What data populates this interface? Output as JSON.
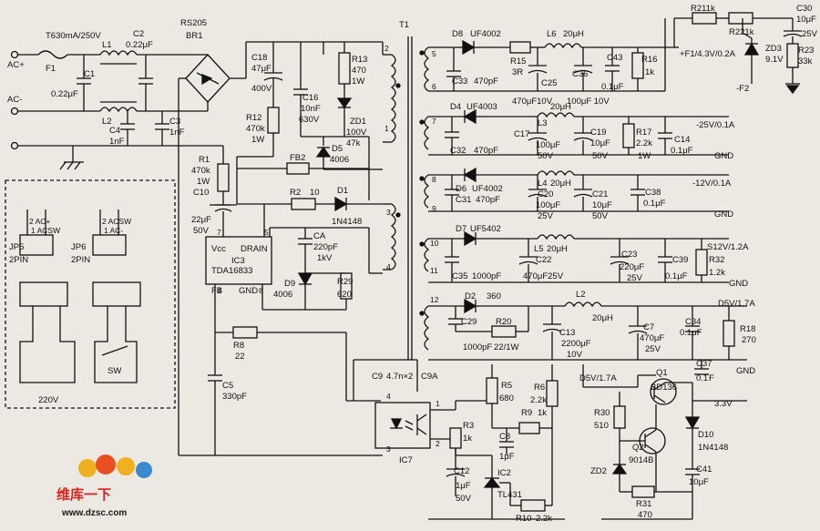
{
  "components": {
    "fuse": [
      "T630mA/250V",
      "F1"
    ],
    "ac_in": [
      "AC+",
      "AC-"
    ],
    "bridge": [
      "RS205",
      "BR1"
    ],
    "L1": "L1",
    "L2": "L2",
    "C1": [
      "C1",
      "0.22μF"
    ],
    "C2": [
      "C2",
      "0.22μF"
    ],
    "C3": [
      "C3",
      "1nF"
    ],
    "C4": [
      "C4",
      "1nF"
    ],
    "C18": [
      "C18",
      "47μF",
      "400V"
    ],
    "R12": [
      "R12",
      "470k",
      "1W"
    ],
    "R13": [
      "R13",
      "470",
      "1W"
    ],
    "C16": [
      "C16",
      "10nF",
      "630V"
    ],
    "ZD1": [
      "ZD1",
      "100V",
      "47k"
    ],
    "D5": [
      "D5",
      "4006"
    ],
    "R1": [
      "R1",
      "470k",
      "1W"
    ],
    "C10": [
      "C10",
      "22μF",
      "50V"
    ],
    "FB2": "FB2",
    "R2": [
      "R2",
      "10"
    ],
    "D1": [
      "D1",
      "1N4148"
    ],
    "IC3": [
      "IC3",
      "TDA16833"
    ],
    "IC3_pins": [
      "Vcc",
      "DRAIN",
      "FB",
      "GND",
      "7",
      "5",
      "4",
      "8"
    ],
    "CA": [
      "CA",
      "220pF",
      "1kV"
    ],
    "D9": [
      "D9",
      "4006"
    ],
    "R29": [
      "R29",
      "620"
    ],
    "R8": [
      "R8",
      "22"
    ],
    "C5": [
      "C5",
      "330pF"
    ],
    "T1": "T1",
    "T1_pins": [
      "1",
      "2",
      "3",
      "4",
      "5",
      "6",
      "7",
      "8",
      "9",
      "10",
      "11",
      "12"
    ],
    "C9": [
      "C9",
      "4.7n×2",
      "C9A"
    ],
    "IC7": [
      "IC7",
      "1",
      "2",
      "3",
      "4"
    ],
    "D8": [
      "D8",
      "UF4002"
    ],
    "R15": [
      "R15",
      "3R"
    ],
    "L6": [
      "L6",
      "20μH"
    ],
    "C33": [
      "C33",
      "470pF"
    ],
    "C25": [
      "C25",
      "470μF10V"
    ],
    "C36": [
      "C36",
      "100μF 10V"
    ],
    "C43": [
      "C43",
      "0.1μF"
    ],
    "R16": [
      "R16",
      "1k"
    ],
    "F1_out": [
      "+F1/4.3V/0.2A",
      "-F2"
    ],
    "R211k": "R211k",
    "R221k": "R221k",
    "ZD3": [
      "ZD3",
      "9.1V"
    ],
    "C30": [
      "C30",
      "10μF",
      "25V"
    ],
    "R23": [
      "R23",
      "33k"
    ],
    "D4": [
      "D4",
      "UF4003"
    ],
    "L3": [
      "L3",
      "20μH"
    ],
    "C32": [
      "C32",
      "470pF"
    ],
    "C17": [
      "C17",
      "100μF",
      "50V"
    ],
    "C19": [
      "C19",
      "10μF",
      "50V"
    ],
    "R17": [
      "R17",
      "2.2k",
      "1W"
    ],
    "C14": [
      "C14",
      "0.1μF"
    ],
    "out_m25": "-25V/0.1A",
    "D6": [
      "D6",
      "UF4002"
    ],
    "L4": [
      "L4",
      "20μH"
    ],
    "C31": [
      "C31",
      "470pF"
    ],
    "C20": [
      "C20",
      "100μF",
      "25V"
    ],
    "C21": [
      "C21",
      "10μF",
      "50V"
    ],
    "C38": [
      "C38",
      "0.1μF"
    ],
    "out_m12": "-12V/0.1A",
    "D7": [
      "D7",
      "UF5402"
    ],
    "L5": [
      "L5",
      "20μH"
    ],
    "C35": [
      "C35",
      "1000pF"
    ],
    "C22": [
      "C22",
      "470μF25V"
    ],
    "C23": [
      "C23",
      "220μF",
      "25V"
    ],
    "C39": [
      "C39",
      "0.1μF"
    ],
    "R32": [
      "R32",
      "1.2k"
    ],
    "out_12": "S12V/1.2A",
    "D2": [
      "D2",
      "360"
    ],
    "L2b": [
      "L2",
      "20μH"
    ],
    "C29": [
      "C29",
      "1000pF"
    ],
    "R20": [
      "R20",
      "22/1W"
    ],
    "C13": [
      "C13",
      "2200μF",
      "10V"
    ],
    "C7": [
      "C7",
      "470μF",
      "25V"
    ],
    "C34": [
      "C34",
      "0.1μF"
    ],
    "R18": [
      "R18",
      "270"
    ],
    "out_5": "D5V/1.7A",
    "C37": [
      "C37",
      "0.1",
      "F"
    ],
    "gnd": "GND",
    "R5": [
      "R5",
      "680"
    ],
    "R6": [
      "R6",
      "2.2k"
    ],
    "R9": [
      "R9",
      "1k"
    ],
    "R3": [
      "R3",
      "1k"
    ],
    "C8": [
      "C8",
      "1μF"
    ],
    "C12": [
      "C12",
      "1μF",
      "50V"
    ],
    "IC2": [
      "IC2",
      "TL431"
    ],
    "R10": [
      "R10",
      "2.2k"
    ],
    "R30": [
      "R30",
      "510"
    ],
    "Q1": [
      "Q1",
      "BD136"
    ],
    "Q2": [
      "Q2",
      "9014B"
    ],
    "D10": [
      "D10",
      "1N4148"
    ],
    "out_d5": "D5V/1.7A",
    "out_33": "3.3V",
    "ZD2": "ZD2",
    "R31": [
      "R31",
      "470"
    ],
    "C41": [
      "C41",
      "10μF"
    ],
    "JP5": [
      "JP5",
      "2PIN",
      "2 AC+",
      "1 ACSW"
    ],
    "JP6": [
      "JP6",
      "2PIN",
      "2 ACSW",
      "1 AC-"
    ],
    "sw": [
      "220V",
      "SW"
    ]
  },
  "watermark": {
    "site_cn": "维库一下",
    "url": "www.dzsc.com"
  }
}
